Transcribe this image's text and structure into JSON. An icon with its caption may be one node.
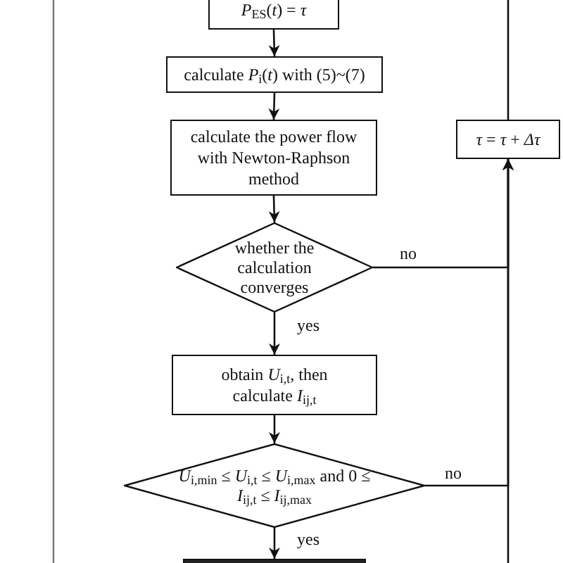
{
  "diagram": {
    "nodes": [
      {
        "text": [
          "*P*$_{ES}$(*t*) = *τ*"
        ]
      },
      {
        "text": [
          "calculate *P*$_{i}$(*t*) with (5)~(7)"
        ]
      },
      {
        "text": [
          "calculate the power flow with Newton-Raphson method"
        ]
      },
      {
        "text": [
          "whether the calculation converges"
        ]
      },
      {
        "text": [
          "*τ* = *τ* + *Δτ*"
        ]
      },
      {
        "text": [
          "obtain *U*$_{i,t}$, then calculate *I*$_{ij,t}$"
        ]
      },
      {
        "text": [
          "*U*$_{i,min}$ ≤ *U*$_{i,t}$ ≤ *U*$_{i,max}$ and 0 ≤ *I*$_{ij,t}$ ≤ *I*$_{ij,max}$"
        ]
      },
      {
        "text": [],
        "shape": "box"
      }
    ],
    "edges": [
      {
        "from": 0,
        "to": 1,
        "arrow": "to"
      },
      {
        "from": 1,
        "to": 2,
        "arrow": "to"
      },
      {
        "from": 2,
        "to": 3,
        "arrow": "to"
      },
      {
        "from": 3,
        "to": 5,
        "arrow": "to",
        "label": "yes"
      },
      {
        "from": 3,
        "to": 4,
        "arrow": "to",
        "label": "no"
      },
      {
        "from": 5,
        "to": 6,
        "arrow": "to"
      },
      {
        "from": 6,
        "to": 4,
        "arrow": "to",
        "label": "no"
      },
      {
        "from": 6,
        "to": 7,
        "arrow": "to",
        "label": "yes"
      },
      {
        "from": null,
        "to": 4,
        "arrow": "to"
      },
      {
        "from": 4,
        "to": null,
        "arrow": "none"
      }
    ]
  }
}
